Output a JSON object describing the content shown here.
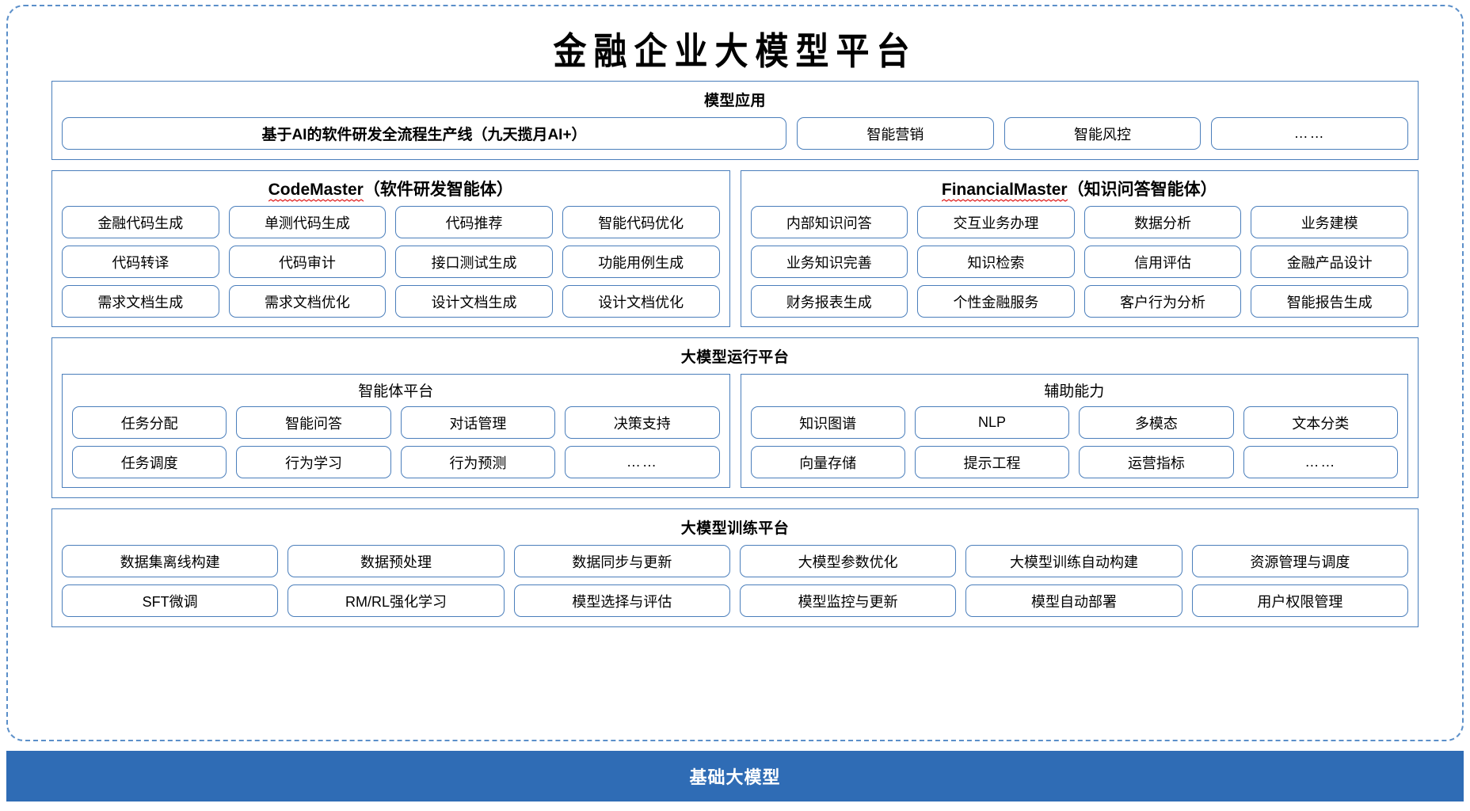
{
  "title": "金融企业大模型平台",
  "layers": {
    "model_application": {
      "heading": "模型应用",
      "items": [
        "基于AI的软件研发全流程生产线（九天揽月AI+）",
        "智能营销",
        "智能风控",
        "……"
      ]
    },
    "agents": [
      {
        "name": "CodeMaster",
        "suffix": "（软件研发智能体）",
        "spellcheck_underline": true,
        "items": [
          "金融代码生成",
          "单测代码生成",
          "代码推荐",
          "智能代码优化",
          "代码转译",
          "代码审计",
          "接口测试生成",
          "功能用例生成",
          "需求文档生成",
          "需求文档优化",
          "设计文档生成",
          "设计文档优化"
        ]
      },
      {
        "name": "FinancialMaster",
        "suffix": "（知识问答智能体）",
        "spellcheck_underline": true,
        "items": [
          "内部知识问答",
          "交互业务办理",
          "数据分析",
          "业务建模",
          "业务知识完善",
          "知识检索",
          "信用评估",
          "金融产品设计",
          "财务报表生成",
          "个性金融服务",
          "客户行为分析",
          "智能报告生成"
        ]
      }
    ],
    "runtime_platform": {
      "heading": "大模型运行平台",
      "panels": [
        {
          "title": "智能体平台",
          "items": [
            "任务分配",
            "智能问答",
            "对话管理",
            "决策支持",
            "任务调度",
            "行为学习",
            "行为预测",
            "……"
          ]
        },
        {
          "title": "辅助能力",
          "items": [
            "知识图谱",
            "NLP",
            "多模态",
            "文本分类",
            "向量存储",
            "提示工程",
            "运营指标",
            "……"
          ]
        }
      ]
    },
    "training_platform": {
      "heading": "大模型训练平台",
      "items": [
        "数据集离线构建",
        "数据预处理",
        "数据同步与更新",
        "大模型参数优化",
        "大模型训练自动构建",
        "资源管理与调度",
        "SFT微调",
        "RM/RL强化学习",
        "模型选择与评估",
        "模型监控与更新",
        "模型自动部署",
        "用户权限管理"
      ]
    },
    "foundation": {
      "label": "基础大模型"
    }
  },
  "colors": {
    "outline_blue": "#4a7ebb",
    "dashed_border": "#5b8fc9",
    "foundation_bg": "#2f6cb5",
    "foundation_text": "#ffffff",
    "spellcheck_red": "#e02020"
  }
}
